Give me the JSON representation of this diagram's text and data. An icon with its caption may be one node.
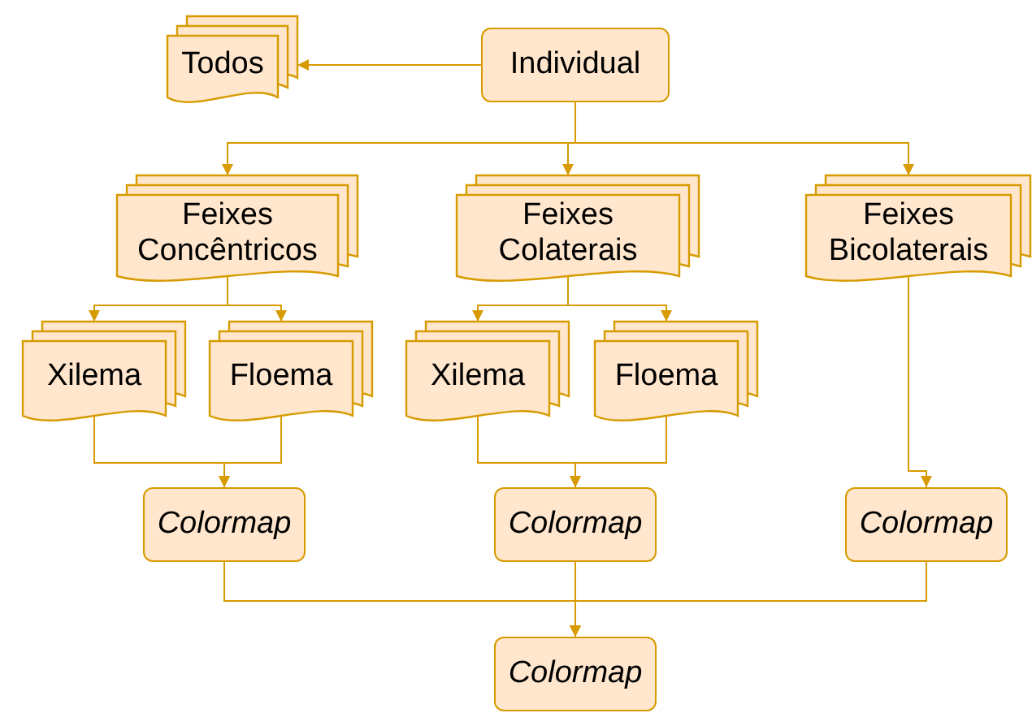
{
  "diagram": {
    "nodes": [
      {
        "text": [
          "Individual"
        ]
      },
      {
        "text": [
          "Todos"
        ]
      },
      {
        "text": [
          "Feixes Concêntricos"
        ]
      },
      {
        "text": [
          "Feixes Colaterais"
        ]
      },
      {
        "text": [
          "Feixes Bicolaterais"
        ]
      },
      {
        "text": [
          "Xilema"
        ]
      },
      {
        "text": [
          "Floema"
        ]
      },
      {
        "text": [
          "Xilema"
        ]
      },
      {
        "text": [
          "Floema"
        ]
      },
      {
        "text": [
          "Colormap"
        ]
      },
      {
        "text": [
          "Colormap"
        ]
      },
      {
        "text": [
          "Colormap"
        ]
      },
      {
        "text": [
          "Colormap"
        ]
      }
    ],
    "edges": [
      {
        "from": 0,
        "to": 1,
        "arrow": "to"
      },
      {
        "from": 0,
        "to": 2,
        "arrow": "to"
      },
      {
        "from": 0,
        "to": 3,
        "arrow": "to"
      },
      {
        "from": 0,
        "to": 4,
        "arrow": "to"
      },
      {
        "from": 2,
        "to": 5,
        "arrow": "to"
      },
      {
        "from": 2,
        "to": 6,
        "arrow": "to"
      },
      {
        "from": 3,
        "to": 7,
        "arrow": "to"
      },
      {
        "from": 3,
        "to": 8,
        "arrow": "to"
      },
      {
        "from": 5,
        "to": 9,
        "arrow": "to"
      },
      {
        "from": 6,
        "to": 9,
        "arrow": "to"
      },
      {
        "from": 7,
        "to": 10,
        "arrow": "to"
      },
      {
        "from": 8,
        "to": 10,
        "arrow": "to"
      },
      {
        "from": 4,
        "to": 11,
        "arrow": "to"
      },
      {
        "from": 9,
        "to": 12,
        "arrow": "to"
      },
      {
        "from": 10,
        "to": 12,
        "arrow": "to"
      },
      {
        "from": 11,
        "to": 12,
        "arrow": "to"
      }
    ]
  }
}
